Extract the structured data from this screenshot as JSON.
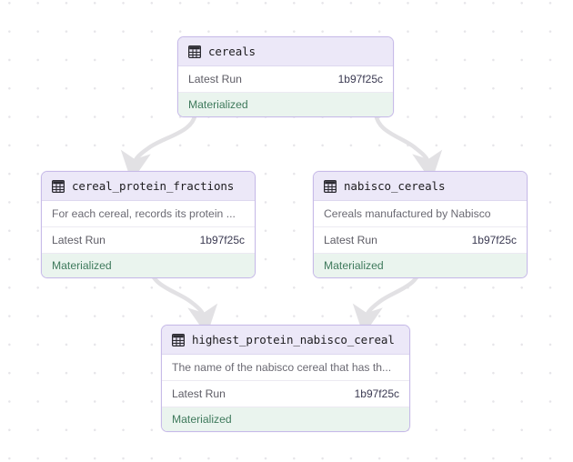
{
  "graph": {
    "background": {
      "dot_color": "#e6e5e9",
      "canvas_color": "#ffffff"
    },
    "edge_color": "#e2e1e4",
    "labels": {
      "latest_run": "Latest Run",
      "status_materialized": "Materialized"
    },
    "icons": {
      "table": "table-icon"
    },
    "colors": {
      "card_border": "#c7bbe8",
      "card_header_bg": "#ece8f8",
      "status_bg": "#eaf4ee",
      "status_text": "#3f7a5c"
    },
    "nodes": [
      {
        "id": "cereals",
        "title": "cereals",
        "description": null,
        "run_label": "Latest Run",
        "run_value": "1b97f25c",
        "status": "Materialized"
      },
      {
        "id": "cereal_protein_fractions",
        "title": "cereal_protein_fractions",
        "description": "For each cereal, records its protein ...",
        "run_label": "Latest Run",
        "run_value": "1b97f25c",
        "status": "Materialized"
      },
      {
        "id": "nabisco_cereals",
        "title": "nabisco_cereals",
        "description": "Cereals manufactured by Nabisco",
        "run_label": "Latest Run",
        "run_value": "1b97f25c",
        "status": "Materialized"
      },
      {
        "id": "highest_protein_nabisco_cereal",
        "title": "highest_protein_nabisco_cereal",
        "description": "The name of the nabisco cereal that has th...",
        "run_label": "Latest Run",
        "run_value": "1b97f25c",
        "status": "Materialized"
      }
    ],
    "edges": [
      {
        "from": "cereals",
        "to": "cereal_protein_fractions"
      },
      {
        "from": "cereals",
        "to": "nabisco_cereals"
      },
      {
        "from": "cereal_protein_fractions",
        "to": "highest_protein_nabisco_cereal"
      },
      {
        "from": "nabisco_cereals",
        "to": "highest_protein_nabisco_cereal"
      }
    ]
  }
}
